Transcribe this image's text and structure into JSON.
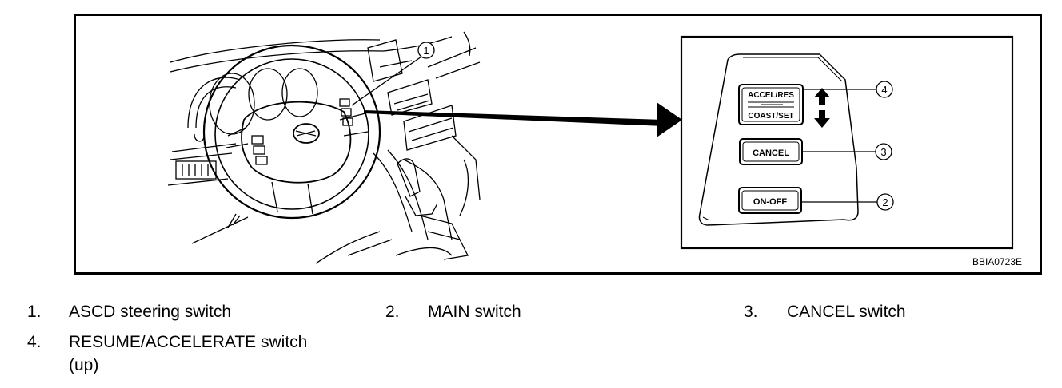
{
  "figure": {
    "figure_id": "BBIA0723E",
    "callouts": [
      "1",
      "2",
      "3",
      "4"
    ],
    "panel": {
      "accel_res_label": "ACCEL/RES",
      "coast_set_label": "COAST/SET",
      "cancel_label": "CANCEL",
      "on_off_label": "ON-OFF"
    }
  },
  "legend": [
    {
      "number": "1.",
      "text": "ASCD steering switch"
    },
    {
      "number": "2.",
      "text": "MAIN switch"
    },
    {
      "number": "3.",
      "text": "CANCEL switch"
    },
    {
      "number": "4.",
      "text": "RESUME/ACCELERATE switch",
      "text2": "(up)"
    }
  ]
}
